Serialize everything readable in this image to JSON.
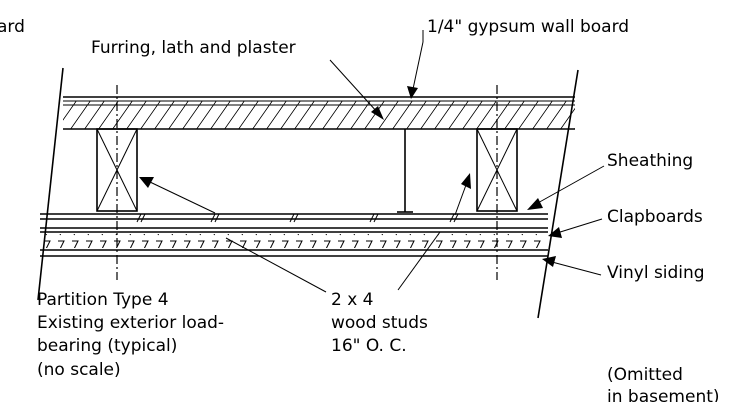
{
  "labels": {
    "top_left_fragment": "ard",
    "gypsum": "1/4\" gypsum wall board",
    "furring": "Furring, lath and plaster",
    "sheathing": "Sheathing",
    "clapboards": "Clapboards",
    "vinyl": "Vinyl siding",
    "partition_lines": [
      "Partition Type 4",
      "Existing exterior load-",
      "bearing (typical)",
      "(no scale)"
    ],
    "studs_lines": [
      "2 x 4",
      "wood studs",
      "16\" O. C."
    ],
    "omitted_lines": [
      "(Omitted",
      "in basement)"
    ]
  }
}
